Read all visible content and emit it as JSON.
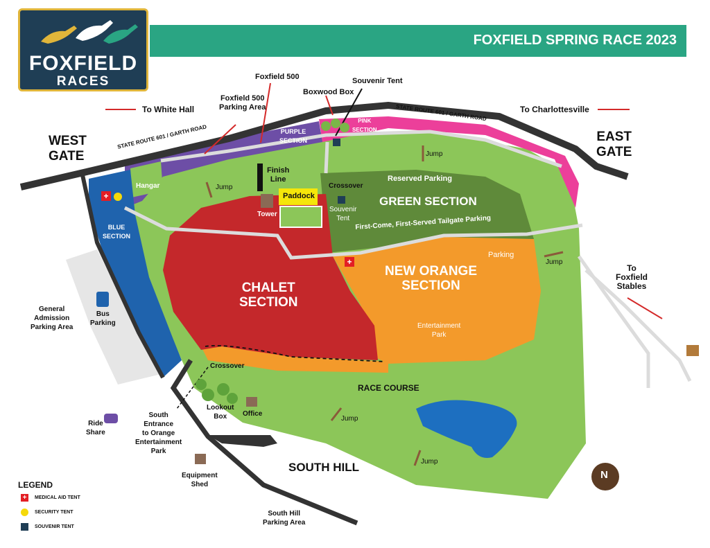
{
  "header": {
    "title": "FOXFIELD SPRING RACE 2023",
    "logo_line1": "FOXFIELD",
    "logo_line2": "RACES"
  },
  "colors": {
    "banner": "#2aa583",
    "logo_bg": "#1f3e55",
    "logo_border": "#e0b53a",
    "course_green": "#8cc659",
    "chalet_red": "#c4282b",
    "orange_section": "#f39a2b",
    "green_section": "#5f8a3a",
    "purple_section": "#6d4ea6",
    "pink_section": "#ec3f9a",
    "blue_section": "#1f63ad",
    "road": "#333333",
    "lake": "#1d6fc0"
  },
  "labels": {
    "west_gate": "WEST\nGATE",
    "east_gate": "EAST\nGATE",
    "to_white_hall": "To White Hall",
    "to_charlottesville": "To Charlottesville",
    "state_route_west": "STATE ROUTE 601  /  GARTH ROAD",
    "state_route_east": "STATE ROUTE 601  /  GARTH ROAD",
    "foxfield_500": "Foxfield 500",
    "foxfield_500_parking": "Foxfield 500\nParking Area",
    "boxwood_box": "Boxwood Box",
    "souvenir_tent_top": "Souvenir Tent",
    "purple_section": "PURPLE\nSECTION",
    "pink_section": "PINK\nSECTION",
    "hangar": "Hangar",
    "blue_section": "BLUE\nSECTION",
    "finish_line": "Finish\nLine",
    "paddock": "Paddock",
    "tower": "Tower",
    "crossover_top": "Crossover",
    "souvenir_tent_mid": "Souvenir\nTent",
    "reserved_parking": "Reserved Parking",
    "green_section": "GREEN SECTION",
    "tailgate_parking": "First-Come, First-Served Tailgate Parking",
    "chalet_section": "CHALET\nSECTION",
    "new_orange_section": "NEW ORANGE\nSECTION",
    "parking": "Parking",
    "entertainment_park": "Entertainment\nPark",
    "jump": "Jump",
    "to_foxfield_stables": "To\nFoxfield\nStables",
    "general_admission": "General\nAdmission\nParking Area",
    "bus_parking": "Bus\nParking",
    "crossover_bottom": "Crossover",
    "race_course": "RACE COURSE",
    "lookout_box": "Lookout\nBox",
    "office": "Office",
    "ride_share": "Ride\nShare",
    "south_entrance": "South\nEntrance\nto Orange\nEntertainment\nPark",
    "equipment_shed": "Equipment\nShed",
    "south_hill": "SOUTH HILL",
    "south_hill_parking": "South Hill\nParking Area"
  },
  "legend": {
    "title": "LEGEND",
    "items": [
      {
        "label": "MEDICAL AID TENT",
        "icon": "medical-cross-icon",
        "color": "#e31e24"
      },
      {
        "label": "SECURITY TENT",
        "icon": "security-badge-icon",
        "color": "#f5d90a"
      },
      {
        "label": "SOUVENIR TENT",
        "icon": "tshirt-icon",
        "color": "#1f3e55"
      }
    ]
  },
  "compass": {
    "letter": "N"
  }
}
